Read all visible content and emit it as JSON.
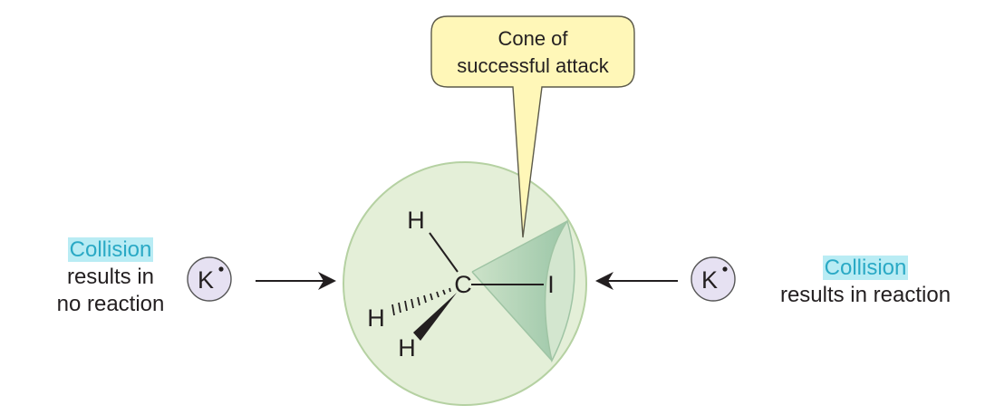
{
  "callout": {
    "line1": "Cone of",
    "line2": "successful attack"
  },
  "molecule": {
    "center": "C",
    "substituent_top": "H",
    "substituent_hash": "H",
    "substituent_wedge": "H",
    "leaving_group": "I"
  },
  "attacker_left": {
    "symbol": "K"
  },
  "attacker_right": {
    "symbol": "K"
  },
  "left_caption": {
    "highlight": "Collision",
    "line2": "results in",
    "line3": "no reaction"
  },
  "right_caption": {
    "highlight": "Collision",
    "line2": "results in reaction"
  },
  "colors": {
    "sphere_fill": "#e4efd8",
    "sphere_stroke": "#b5d1a2",
    "cone_fill": "#a9ccb2",
    "callout_fill": "#fff7b8",
    "radical_fill": "#e6e1f2",
    "highlight_bg": "#b9ecf4",
    "highlight_text": "#2aa9c5"
  }
}
